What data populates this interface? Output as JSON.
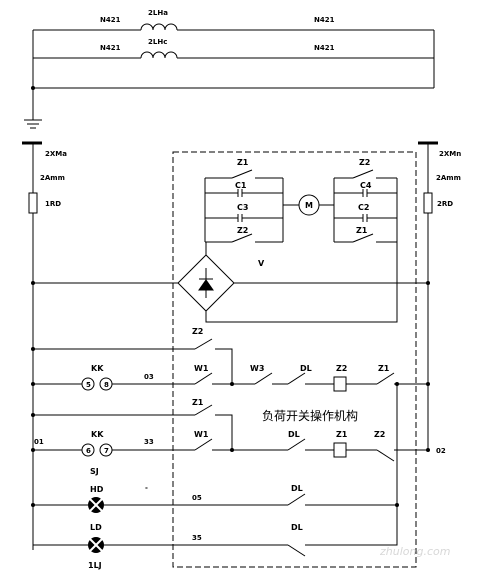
{
  "labels": {
    "n421_top_left": "N421",
    "n421_top_right": "N421",
    "n421_mid_left": "N421",
    "n421_mid_right": "N421",
    "lh_a": "2LHa",
    "lh_c": "2LHc",
    "bus_left": "2XMa",
    "bus_right": "2XMn",
    "fuse_rating_left": "2Amm",
    "fuse_rating_right": "2Amm",
    "fuse_left": "1RD",
    "fuse_right": "2RD",
    "z1_top": "Z1",
    "z2_top": "Z2",
    "c1": "C1",
    "c4": "C4",
    "c3": "C3",
    "c2": "C2",
    "z2_mid": "Z2",
    "z1_mid": "Z1",
    "motor": "M",
    "v_bridge": "V",
    "z2_row1": "Z2",
    "kk_1": "KK",
    "kk_1_left": "5",
    "kk_1_right": "8",
    "wire_03": "03",
    "w1_row1": "W1",
    "w3_row1": "W3",
    "dl_row1": "DL",
    "z2_coil": "Z2",
    "z1_row1_end": "Z1",
    "z1_row2": "Z1",
    "mechanism_label": "负荷开关操作机构",
    "wire_01": "01",
    "kk_2": "KK",
    "kk_2_left": "6",
    "kk_2_right": "7",
    "wire_33": "33",
    "w1_row2": "W1",
    "dl_row2": "DL",
    "z1_coil": "Z1",
    "z2_row2_end": "Z2",
    "wire_02": "02",
    "sj": "SJ",
    "hd": "HD",
    "dash_mark": "-",
    "wire_05": "05",
    "dl_hd": "DL",
    "ld": "LD",
    "wire_35": "35",
    "dl_ld": "DL",
    "lj1": "1LJ",
    "watermark": "zhulong.com"
  }
}
